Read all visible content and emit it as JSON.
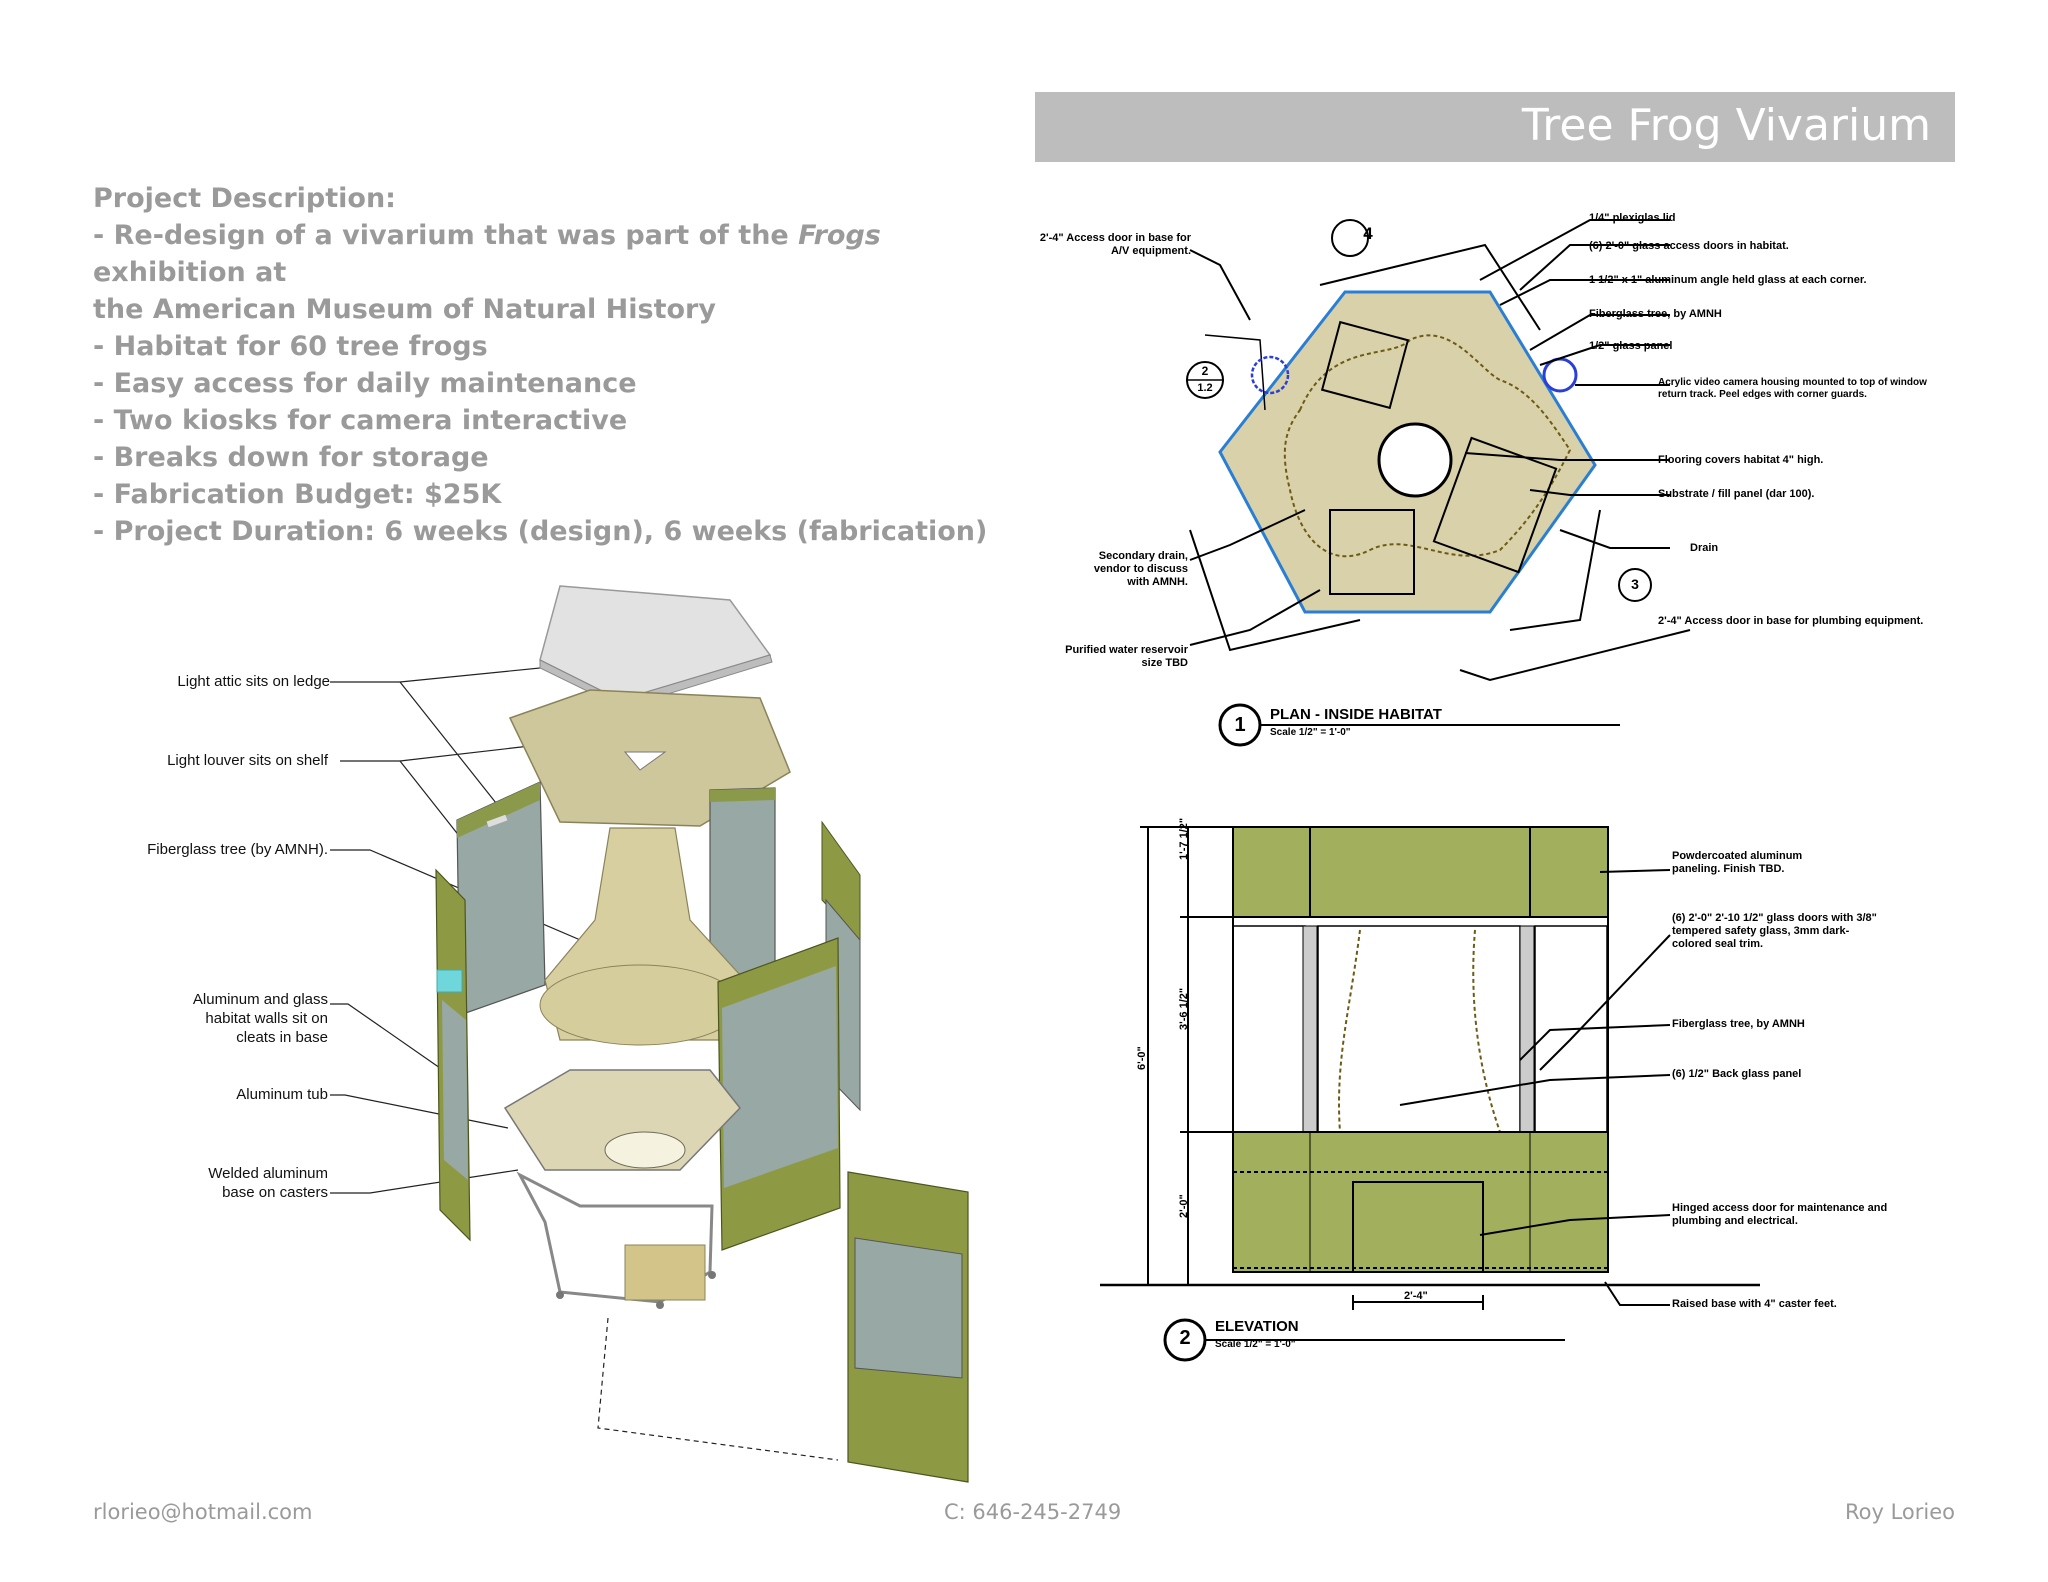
{
  "header": {
    "title": "Tree Frog Vivarium"
  },
  "description": {
    "heading": "Project Description:",
    "line1_pre": "- Re-design of a vivarium that was part of the ",
    "line1_em": "Frogs",
    "line1_post": " exhibition at",
    "line2": "the American Museum of Natural History",
    "bullets": [
      "- Habitat for 60 tree frogs",
      "- Easy access for daily maintenance",
      "- Two kiosks for camera interactive",
      "- Breaks down for storage",
      "- Fabrication Budget: $25K",
      "- Project Duration: 6 weeks (design), 6 weeks (fabrication)"
    ]
  },
  "exploded_labels": {
    "attic": "Light attic sits on ledge",
    "louver": "Light louver sits on shelf",
    "tree": "Fiberglass tree (by AMNH).",
    "walls_1": "Aluminum and glass",
    "walls_2": "habitat walls sit on",
    "walls_3": "cleats in base",
    "tub": "Aluminum tub",
    "base_1": "Welded aluminum",
    "base_2": "base on casters"
  },
  "plan": {
    "callout_num": "1",
    "title": "PLAN - INSIDE HABITAT",
    "scale": "Scale 1/2\" = 1'-0\"",
    "tag_top": "4",
    "tag_left_top": "2",
    "tag_left_bot": "1.2",
    "tag_right": "3",
    "notes": {
      "access_av": "2'-4\" Access door in base for A/V equipment.",
      "plexi": "1/4\" plexiglas lid",
      "glass_doors": "(6) 2'-0\" glass access doors in habitat.",
      "plexi_corners": "1 1/2\" x 1\" aluminum angle held glass at each corner.",
      "tree": "Fiberglass tree, by AMNH",
      "glass_panel": "1/2\" glass panel",
      "camera": "Acrylic video camera housing mounted to top of window return track. Peel edges with corner guards.",
      "floor": "Flooring covers habitat 4\" high.",
      "substrate": "Substrate / fill panel (dar 100).",
      "drain": "Drain",
      "secondary_drain": "Secondary drain, vendor to discuss with AMNH.",
      "plumbing": "2'-4\" Access door in base for plumbing equipment.",
      "purified": "Purified water reservoir size TBD"
    }
  },
  "elevation": {
    "callout_num": "2",
    "title": "ELEVATION",
    "scale": "Scale 1/2\" = 1'-0\"",
    "dim_top": "1'-7 1/2\"",
    "dim_mid": "3'-6 1/2\"",
    "dim_bot": "2'-0\"",
    "dim_total": "6'-0\"",
    "dim_door": "2'-4\"",
    "notes": {
      "powdercoat": "Powdercoated aluminum paneling. Finish TBD.",
      "glass": "(6) 2'-0\" 2'-10 1/2\" glass doors with 3/8\" tempered safety glass, 3mm dark-colored seal trim.",
      "tree": "Fiberglass tree, by AMNH",
      "panel": "(6) 1/2\" Back glass panel",
      "access": "Hinged access door for maintenance and plumbing and electrical.",
      "foot": "Raised base with 4\" caster feet."
    }
  },
  "footer": {
    "email": "rlorieo@hotmail.com",
    "phone": "C: 646-245-2749",
    "name": "Roy Lorieo"
  }
}
